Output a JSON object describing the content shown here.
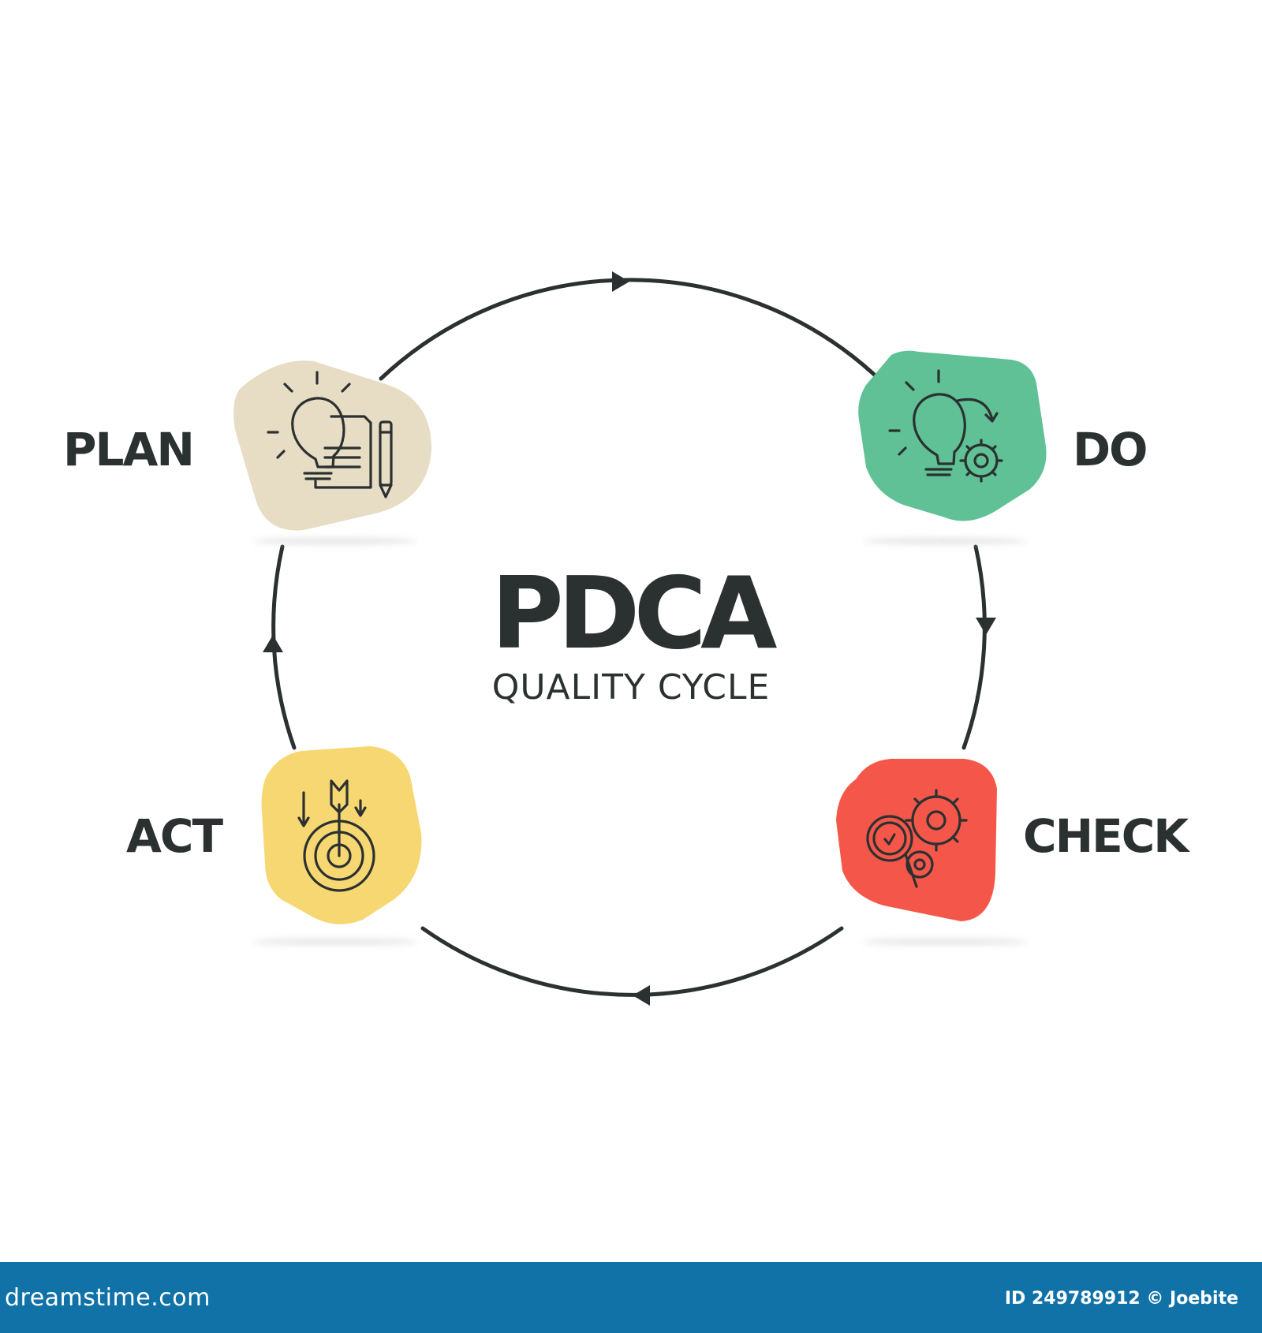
{
  "title": "PDCA",
  "subtitle": "QUALITY CYCLE",
  "stages": [
    {
      "label": "PLAN",
      "color": "#e7dcc4",
      "icon": "lightbulb-document-pencil-icon"
    },
    {
      "label": "DO",
      "color": "#5fc195",
      "icon": "lightbulb-gear-icon"
    },
    {
      "label": "CHECK",
      "color": "#f4574a",
      "icon": "magnifier-gears-icon"
    },
    {
      "label": "ACT",
      "color": "#f7d772",
      "icon": "target-arrow-icon"
    }
  ],
  "colors": {
    "ink": "#2b3131",
    "footer": "#1172a8"
  },
  "footer": {
    "brand": "dreamstime.com",
    "id_text": "ID 249789912 © Joebite"
  }
}
